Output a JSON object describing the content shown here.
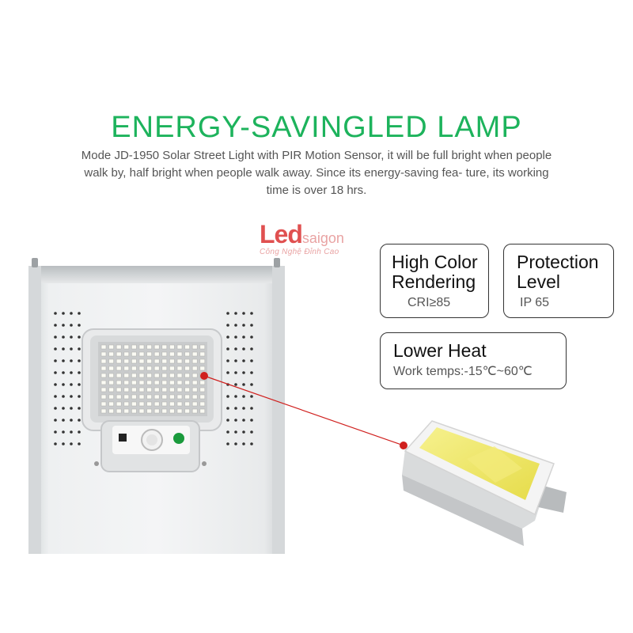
{
  "title": "ENERGY-SAVINGLED LAMP",
  "description": "Mode JD-1950 Solar Street Light with PIR Motion Sensor, it will be full bright when people walk by, half bright when people walk away. Since its energy-saving fea- ture, its working time is over 18 hrs.",
  "logo": {
    "led": "Led",
    "saigon": "saigon",
    "tagline": "Công Nghệ Đỉnh Cao"
  },
  "features": [
    {
      "title_line1": "High Color",
      "title_line2": "Rendering",
      "detail": "CRI≥85"
    },
    {
      "title_line1": "Protection",
      "title_line2": "Level",
      "detail": "IP 65"
    },
    {
      "title_line1": "Lower Heat",
      "detail": "Work temps:-15℃~60℃"
    }
  ],
  "colors": {
    "title_green": "#1db35c",
    "pointer_red": "#d0201e",
    "chip_yellow": "#f3e96a"
  }
}
